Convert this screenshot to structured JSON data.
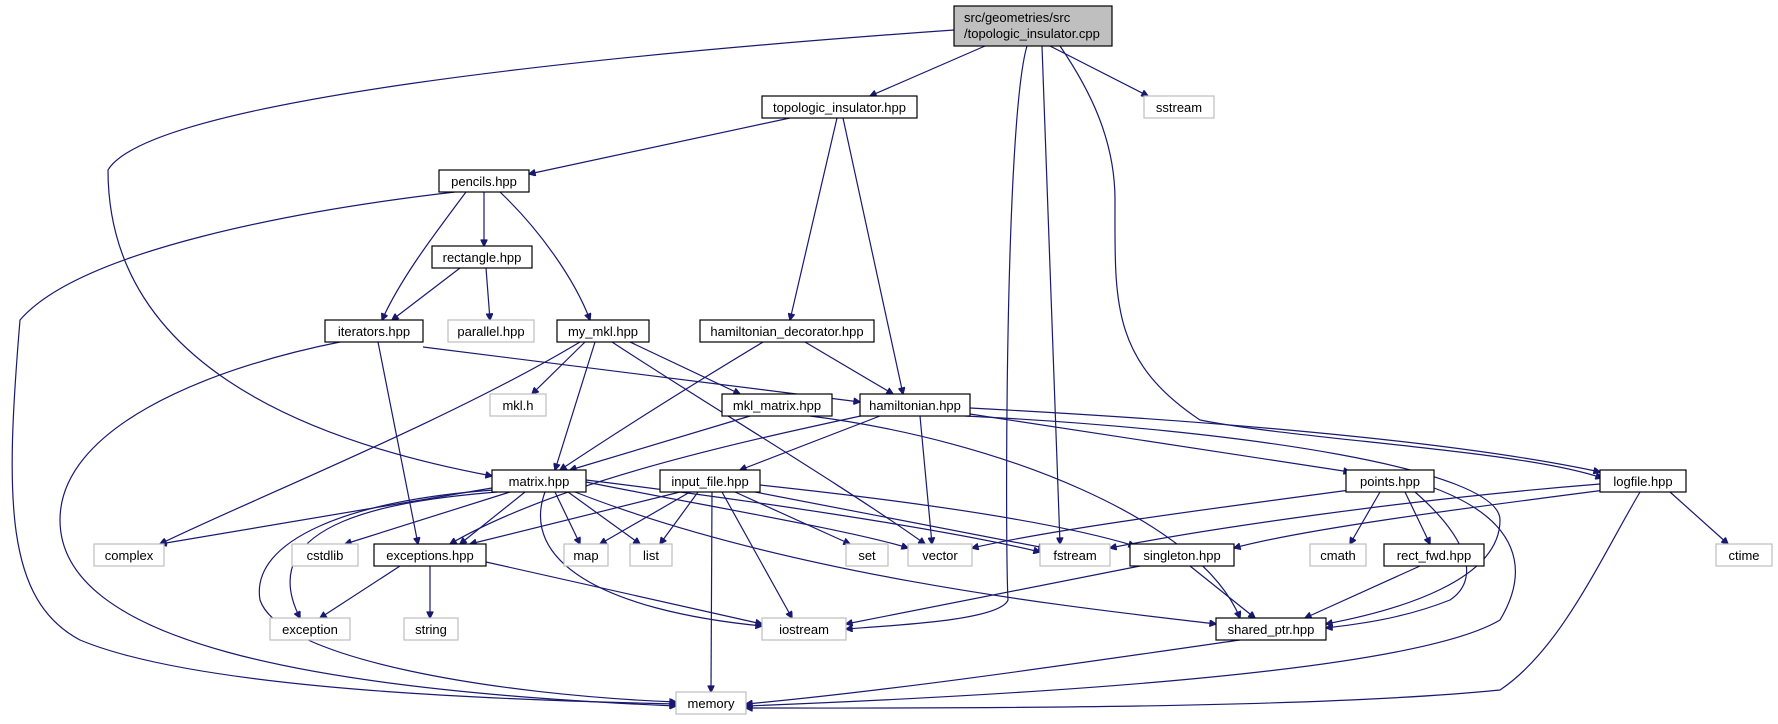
{
  "colors": {
    "edge": "#191970",
    "local_border": "#000000",
    "system_border": "#bfbfbf",
    "system_text": "#404040",
    "root_fill": "#bfbfbf",
    "node_fill": "#ffffff"
  },
  "nodes": {
    "root": {
      "line1": "src/geometries/src",
      "line2": "/topologic_insulator.cpp"
    },
    "topologic_insulator_hpp": "topologic_insulator.hpp",
    "sstream": "sstream",
    "pencils_hpp": "pencils.hpp",
    "rectangle_hpp": "rectangle.hpp",
    "iterators_hpp": "iterators.hpp",
    "parallel_hpp": "parallel.hpp",
    "my_mkl_hpp": "my_mkl.hpp",
    "hamiltonian_decorator_hpp": "hamiltonian_decorator.hpp",
    "mkl_h": "mkl.h",
    "mkl_matrix_hpp": "mkl_matrix.hpp",
    "hamiltonian_hpp": "hamiltonian.hpp",
    "matrix_hpp": "matrix.hpp",
    "input_file_hpp": "input_file.hpp",
    "points_hpp": "points.hpp",
    "logfile_hpp": "logfile.hpp",
    "complex": "complex",
    "cstdlib": "cstdlib",
    "exceptions_hpp": "exceptions.hpp",
    "map": "map",
    "list": "list",
    "set": "set",
    "vector": "vector",
    "fstream": "fstream",
    "singleton_hpp": "singleton.hpp",
    "cmath": "cmath",
    "rect_fwd_hpp": "rect_fwd.hpp",
    "ctime": "ctime",
    "exception": "exception",
    "string": "string",
    "iostream": "iostream",
    "shared_ptr_hpp": "shared_ptr.hpp",
    "memory": "memory"
  }
}
